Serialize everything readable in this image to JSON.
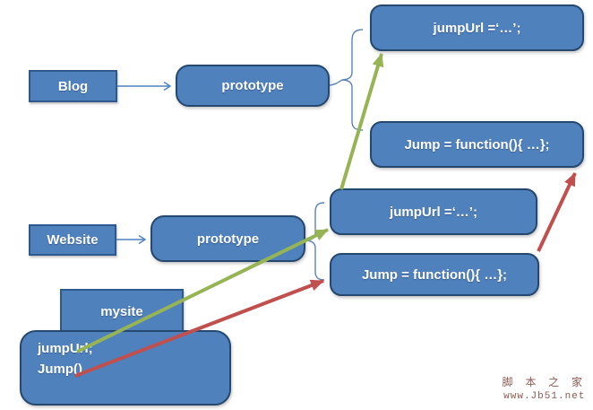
{
  "colors": {
    "box-fill": "#4f81bd",
    "rect-border": "#2e598c",
    "round-border": "#24486e",
    "blue-line": "#4f81bd",
    "brace": "#5a82b4",
    "green": "#97b454",
    "red": "#c0504d",
    "watermark": "#8d5a52"
  },
  "diagram": {
    "nodes": {
      "blog": {
        "label": "Blog"
      },
      "blog_prototype": {
        "label": "prototype"
      },
      "blog_jumpurl": {
        "label": "jumpUrl =‘…’;"
      },
      "blog_jump": {
        "label": "Jump = function(){ …};"
      },
      "website": {
        "label": "Website"
      },
      "website_prototype": {
        "label": "prototype"
      },
      "website_jumpurl": {
        "label": "jumpUrl =‘…’;"
      },
      "website_jump": {
        "label": "Jump = function(){ …};"
      },
      "mysite": {
        "label": "mysite"
      },
      "instance": {
        "line1": "jumpUrl;",
        "line2": "Jump()"
      }
    },
    "arrows": [
      {
        "from": "blog",
        "to": "blog_prototype",
        "style": "thin-blue"
      },
      {
        "from": "website",
        "to": "website_prototype",
        "style": "thin-blue"
      },
      {
        "from": "instance",
        "to": "website_jumpurl",
        "style": "green"
      },
      {
        "from": "website_jumpurl",
        "to": "blog_jumpurl",
        "style": "green"
      },
      {
        "from": "instance",
        "to": "website_jump",
        "style": "red"
      },
      {
        "from": "website_jump",
        "to": "blog_jump",
        "style": "red"
      }
    ]
  },
  "watermark": {
    "line1": "脚 本 之 家",
    "line2": "www.Jb51.net"
  }
}
